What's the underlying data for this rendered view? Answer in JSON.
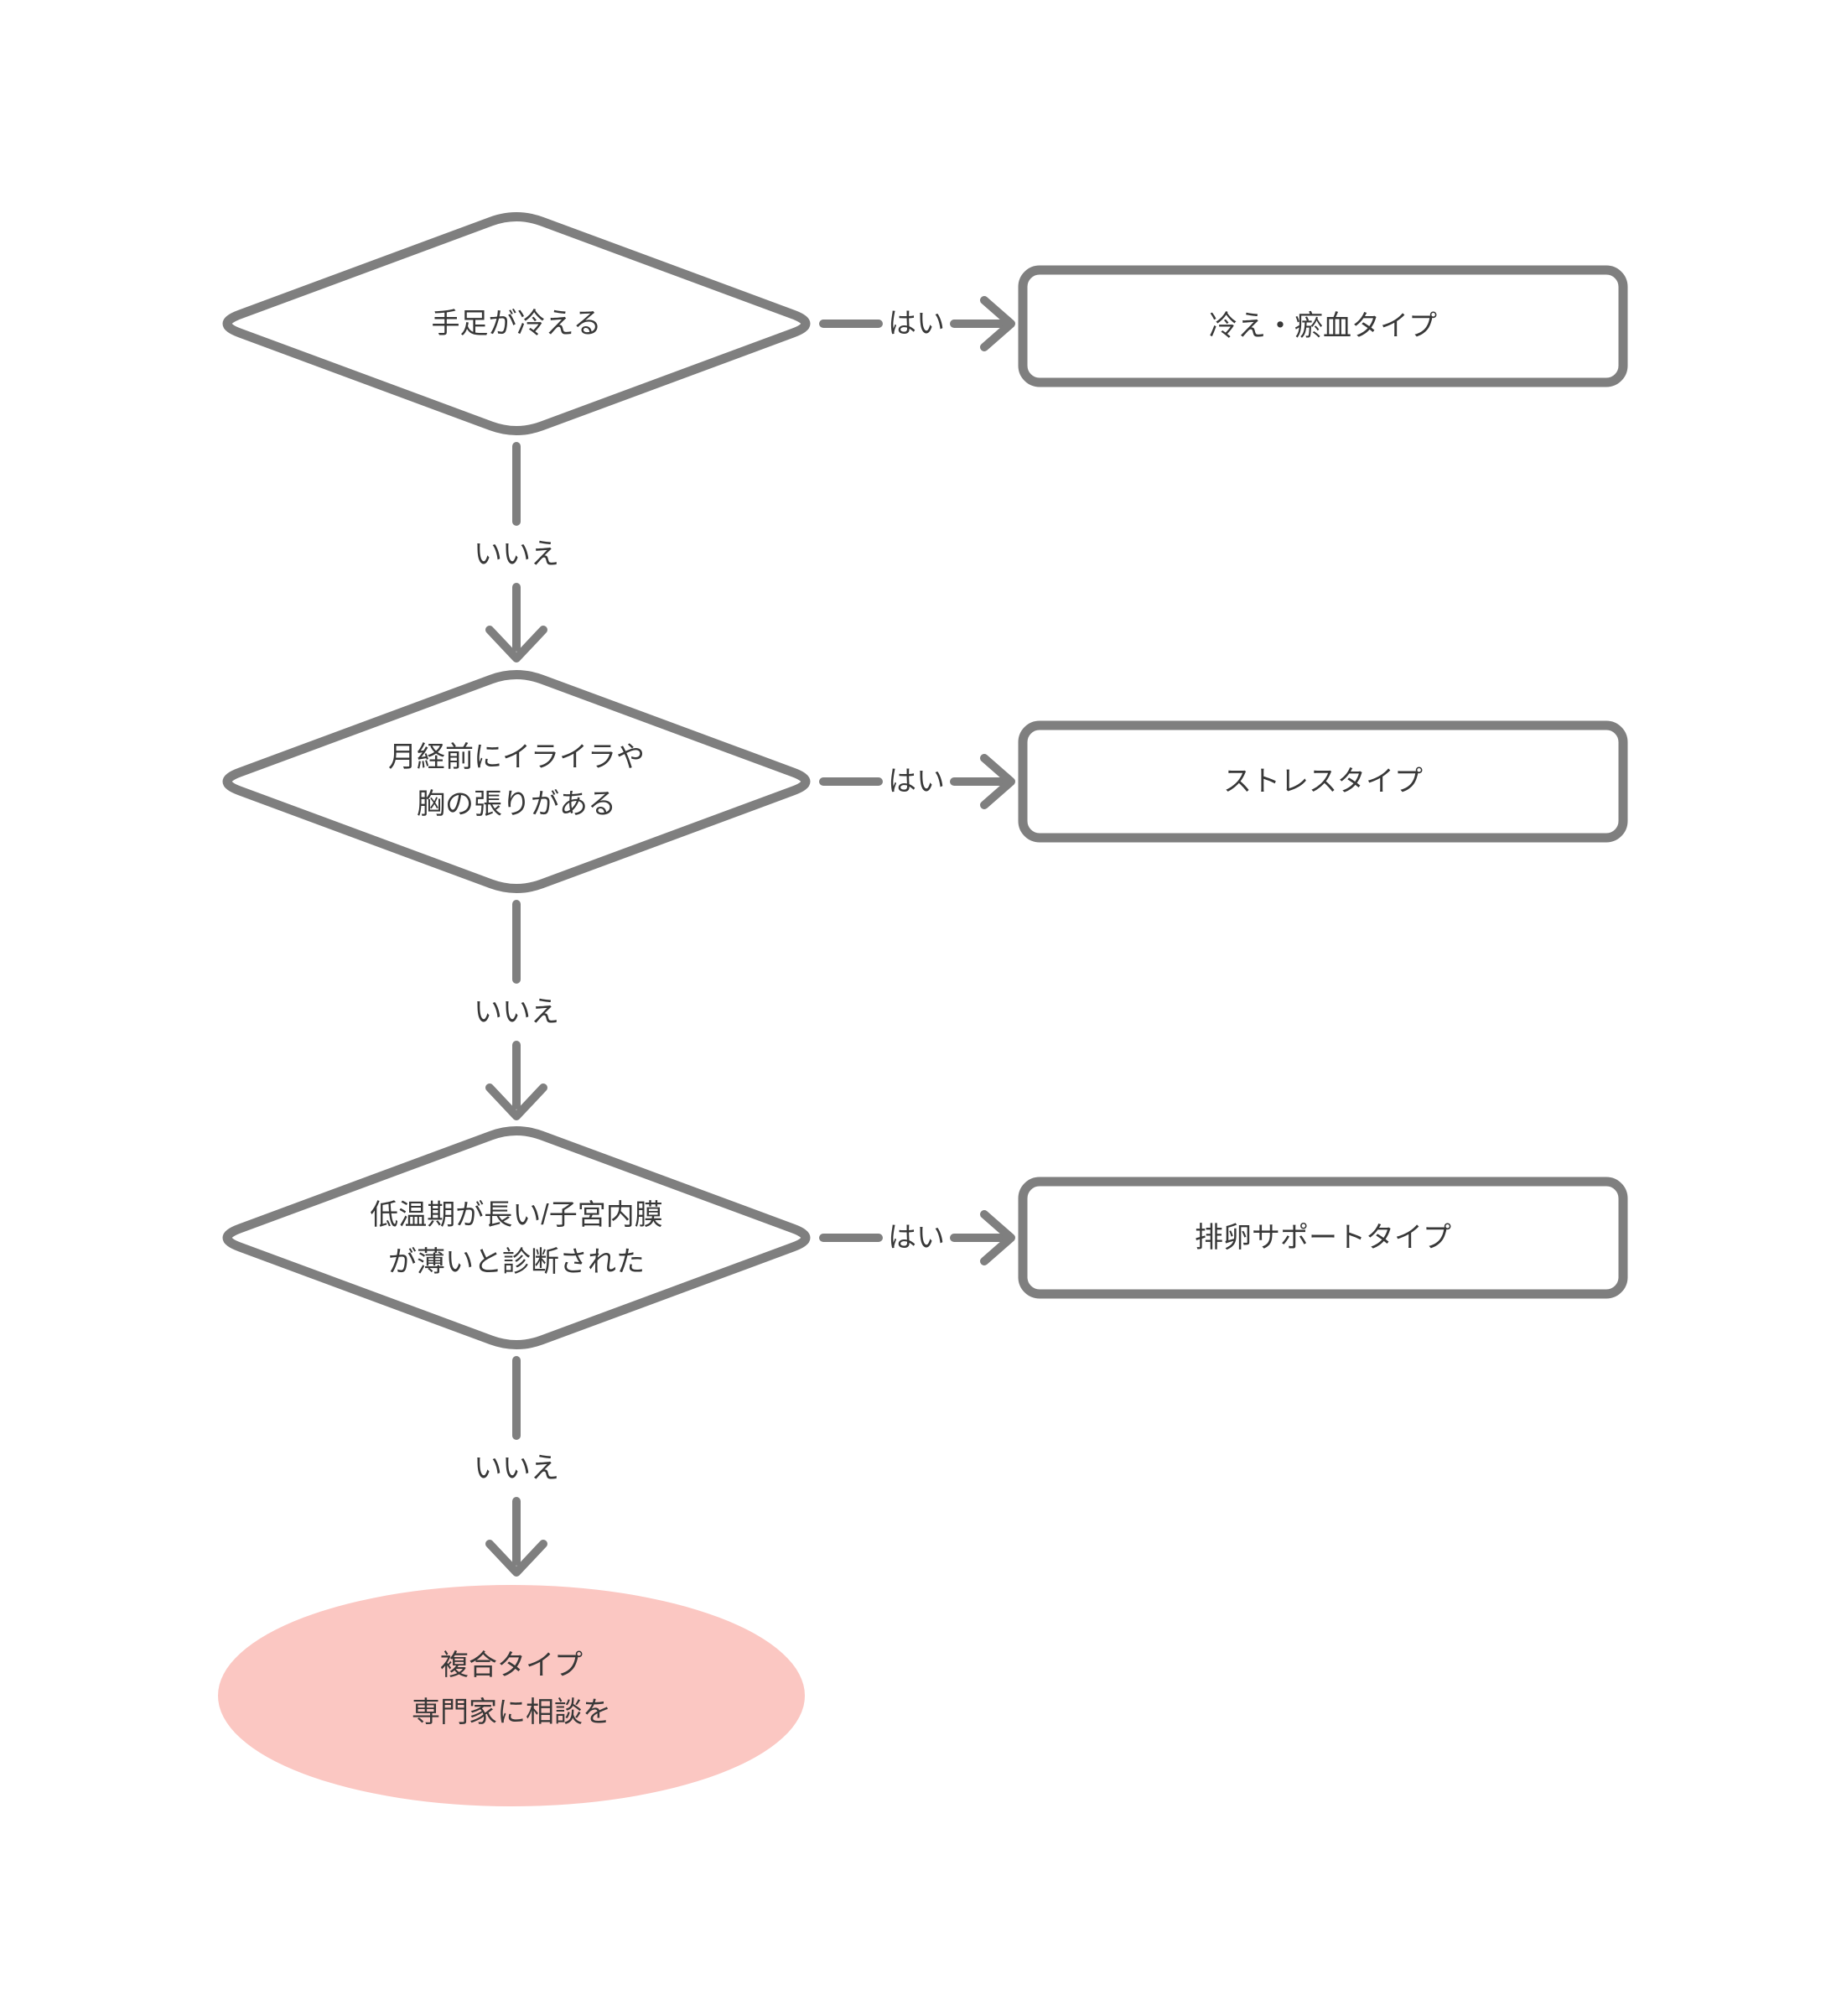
{
  "colors": {
    "background": "#ffffff",
    "shape_border": "#7f7f7f",
    "connector": "#7f7f7f",
    "text": "#383838",
    "decision_fill": "#ffffff",
    "result_fill": "#ffffff",
    "final_fill": "#fbc7c2"
  },
  "flowchart": {
    "decisions": [
      {
        "lines": [
          "手足が冷える",
          ""
        ],
        "yes": "はい",
        "no": "いいえ",
        "result": "冷え・瘀血タイプ"
      },
      {
        "lines": [
          "月経前にイライラや",
          "胸の張りがある"
        ],
        "yes": "はい",
        "no": "いいえ",
        "result": "ストレスタイプ"
      },
      {
        "lines": [
          "低温期が長い/子宮内膜",
          "が薄いと診断された"
        ],
        "yes": "はい",
        "no": "いいえ",
        "result": "排卵サポートタイプ"
      }
    ],
    "final": {
      "lines": [
        "複合タイプ",
        "専門家に相談を"
      ]
    }
  }
}
